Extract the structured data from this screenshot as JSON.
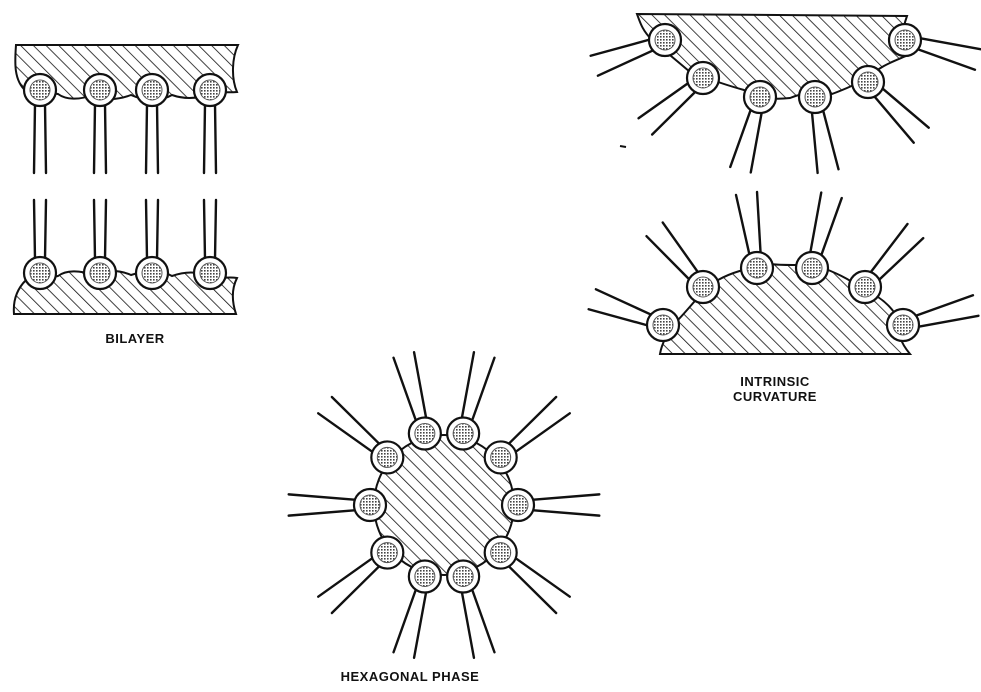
{
  "labels": {
    "bilayer": "BILAYER",
    "intrinsic_curvature_line1": "INTRINSIC",
    "intrinsic_curvature_line2": "CURVATURE",
    "hexagonal_phase": "HEXAGONAL PHASE"
  },
  "colors": {
    "ink": "#111111",
    "head_fill": "#ffffff",
    "head_texture": "#555555",
    "background": "#ffffff"
  }
}
